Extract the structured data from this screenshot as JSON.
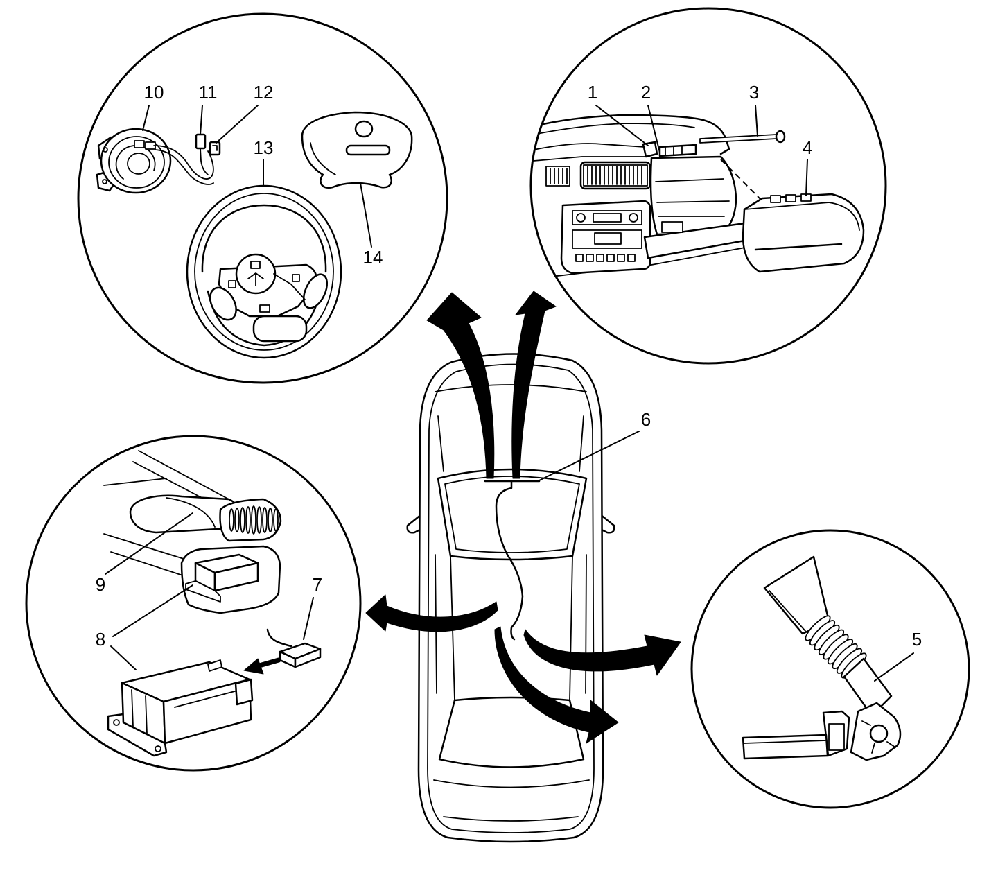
{
  "callouts": [
    "1",
    "2",
    "3",
    "4",
    "5",
    "6",
    "7",
    "8",
    "9",
    "10",
    "11",
    "12",
    "13",
    "14"
  ],
  "colors": {
    "line": "#000000",
    "background": "#ffffff"
  }
}
